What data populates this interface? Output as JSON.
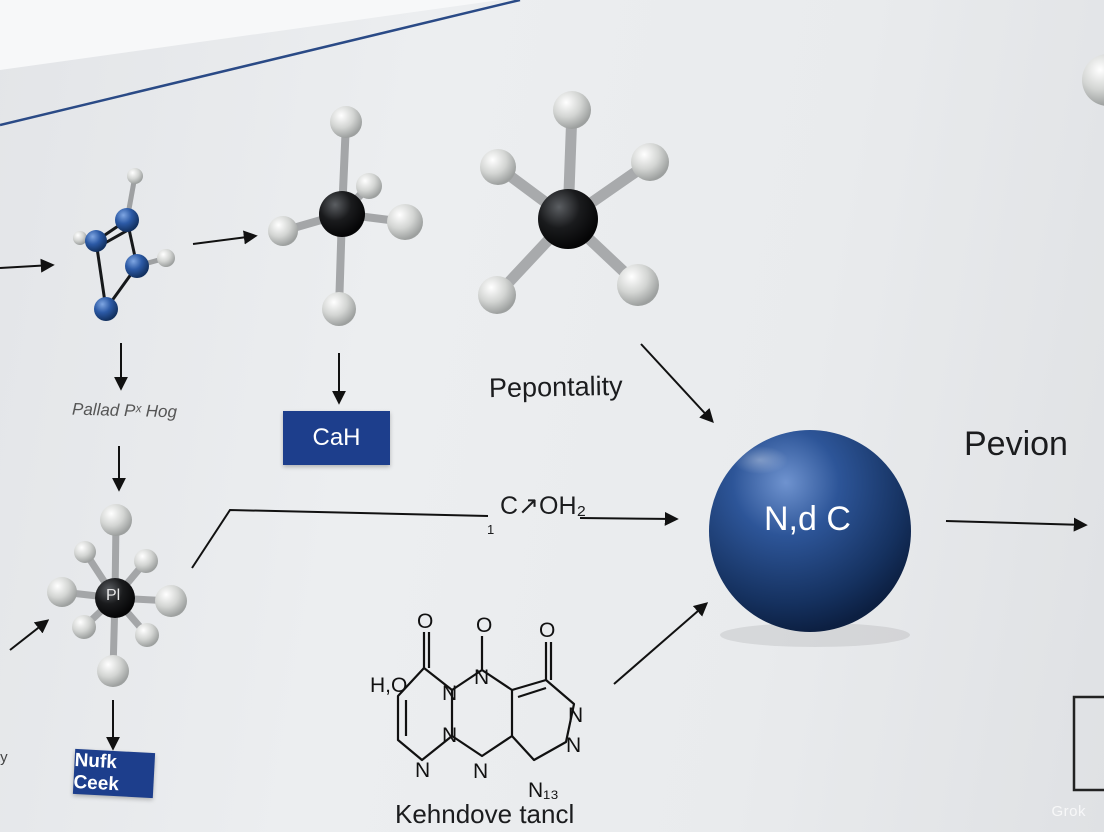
{
  "labels": {
    "label_hog": "Pallad Pˣ Hog",
    "label_pepontality": "Pepontality",
    "label_pevion": "Pevion",
    "label_formula": "C↗OH₂",
    "label_formula_index": "1",
    "label_bottom": "Kehndove tancl",
    "label_left_edge": "ty",
    "label_pl": "Pl"
  },
  "boxes": {
    "cah": "CaH",
    "nufk": "Nufk Ceek"
  },
  "sphere": {
    "label": "N,d C",
    "color": "#1f4a8e"
  },
  "structure": {
    "atoms": [
      "O",
      "O",
      "O",
      "H,O",
      "N",
      "N",
      "N",
      "N",
      "N",
      "N",
      "N",
      "N₁₃"
    ]
  },
  "watermark": "Grok",
  "colors": {
    "navy_box": "#1d3e8c",
    "sphere_blue": "#1f4a8e",
    "atom_gray": "#cfd1cf",
    "atom_black": "#141516",
    "ring_blue": "#2e5aa8"
  }
}
